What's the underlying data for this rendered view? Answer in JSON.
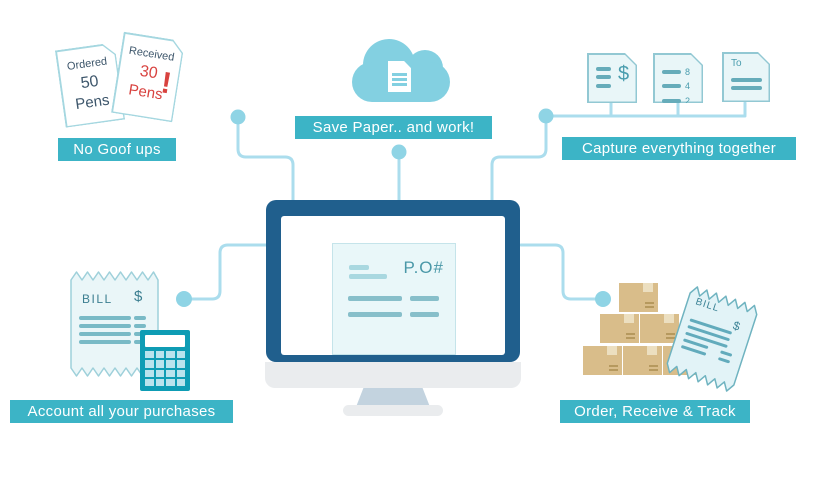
{
  "colors": {
    "accent_teal": "#3cb4c6",
    "monitor_bezel_blue": "#205f8d",
    "connector_blue": "#abdded",
    "alert_red": "#d8423f",
    "box_tan": "#d9bd8a",
    "cloud_blue": "#83d0e1"
  },
  "badges": {
    "top_left": "No Goof ups",
    "top_center": "Save Paper.. and work!",
    "top_right": "Capture everything together",
    "bottom_left": "Account all your purchases",
    "bottom_right": "Order, Receive & Track"
  },
  "notes": {
    "ordered": {
      "title": "Ordered",
      "qty": "50",
      "unit": "Pens"
    },
    "received": {
      "title": "Received",
      "qty": "30",
      "unit": "Pens",
      "alert": "!"
    }
  },
  "monitor": {
    "po_label": "P.O#"
  },
  "docs": {
    "invoice_symbol": "$",
    "quantities": [
      "8",
      "4",
      "2"
    ],
    "to_label": "To"
  },
  "bill_left": {
    "title": "BILL",
    "symbol": "$"
  },
  "bill_right": {
    "title": "BILL",
    "symbol": "$"
  }
}
